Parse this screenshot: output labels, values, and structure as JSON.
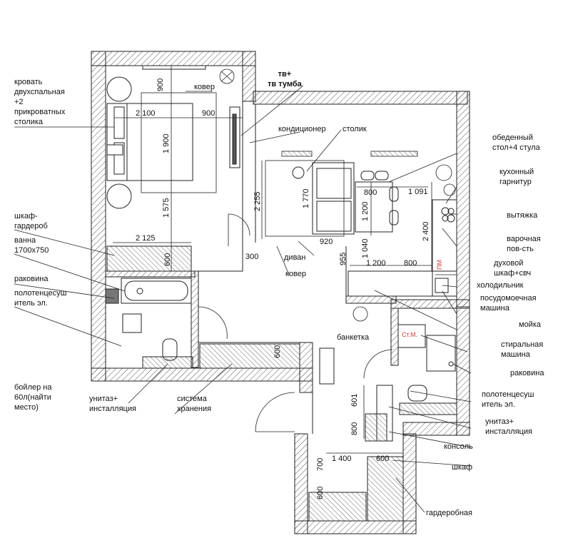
{
  "labels_left": [
    "кровать\nдвухспальная\n+2\nприкроватных\nстолика",
    "шкаф-\nгардероб",
    "ванна\n1700х750",
    "раковина",
    "полотенцесуш\nитель эл.",
    "бойлер на\n60л(найти\nместо)"
  ],
  "labels_right": [
    "обеденный\nстол+4 стула",
    "кухонный\nгарнитур",
    "вытяжка",
    "варочная\nпов-сть",
    "духовой\nшкаф+свч",
    "холодильник",
    "посудомоечная\nмашина",
    "мойка",
    "стиральная\nмашина",
    "раковина",
    "полотенцесуш\nитель эл.",
    "унитаз+\nинсталляция",
    "консоль",
    "шкаф",
    "гардеробная"
  ],
  "labels_inner": {
    "kover_top": "ковер",
    "tv": "тв+\nтв тумба",
    "conditioner": "кондиционер",
    "stolik": "столик",
    "divan": "диван",
    "kover_bottom": "ковер",
    "banketka": "банкетка",
    "unitaz_bottom": "унитаз+\nинсталляция",
    "storage": "система\nхранения",
    "st_m": "Ст.М.",
    "pm": "ПМ"
  },
  "dimensions": {
    "d900a": "900",
    "d2100": "2 100",
    "d900b": "900",
    "d1900": "1 900",
    "d1575": "1 575",
    "d2125": "2 125",
    "d600a": "600",
    "d2255": "2 255",
    "d1770": "1 770",
    "d300": "300",
    "d920": "920",
    "d955": "955",
    "d800a": "800",
    "d1091": "1 091",
    "d1200a": "1 200",
    "d2400": "2 400",
    "d1040": "1 040",
    "d1200b": "1 200",
    "d800b": "800",
    "d600b": "600",
    "d601": "601",
    "d800c": "800",
    "d1400": "1 400",
    "d600c": "600",
    "d700": "700",
    "d600d": "600"
  },
  "colors": {
    "wall_hatch": "#555555",
    "line": "#222222",
    "red_mark": "#d04040"
  }
}
